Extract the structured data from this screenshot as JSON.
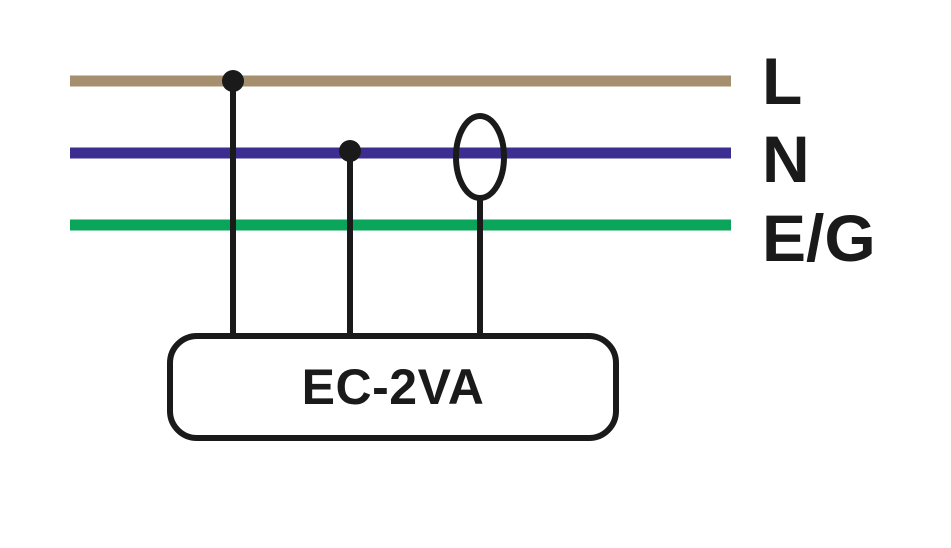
{
  "lines": [
    {
      "id": "L",
      "label": "L",
      "color": "#a68f6e"
    },
    {
      "id": "N",
      "label": "N",
      "color": "#3c2d91"
    },
    {
      "id": "EG",
      "label": "E/G",
      "color": "#0aa55a"
    }
  ],
  "device": {
    "label": "EC-2VA"
  },
  "wire_color": "#1a1a1a",
  "connections": [
    {
      "to": "L",
      "type": "junction-dot"
    },
    {
      "to": "N",
      "type": "junction-dot"
    },
    {
      "to": "N",
      "type": "current-sensor-loop"
    }
  ]
}
